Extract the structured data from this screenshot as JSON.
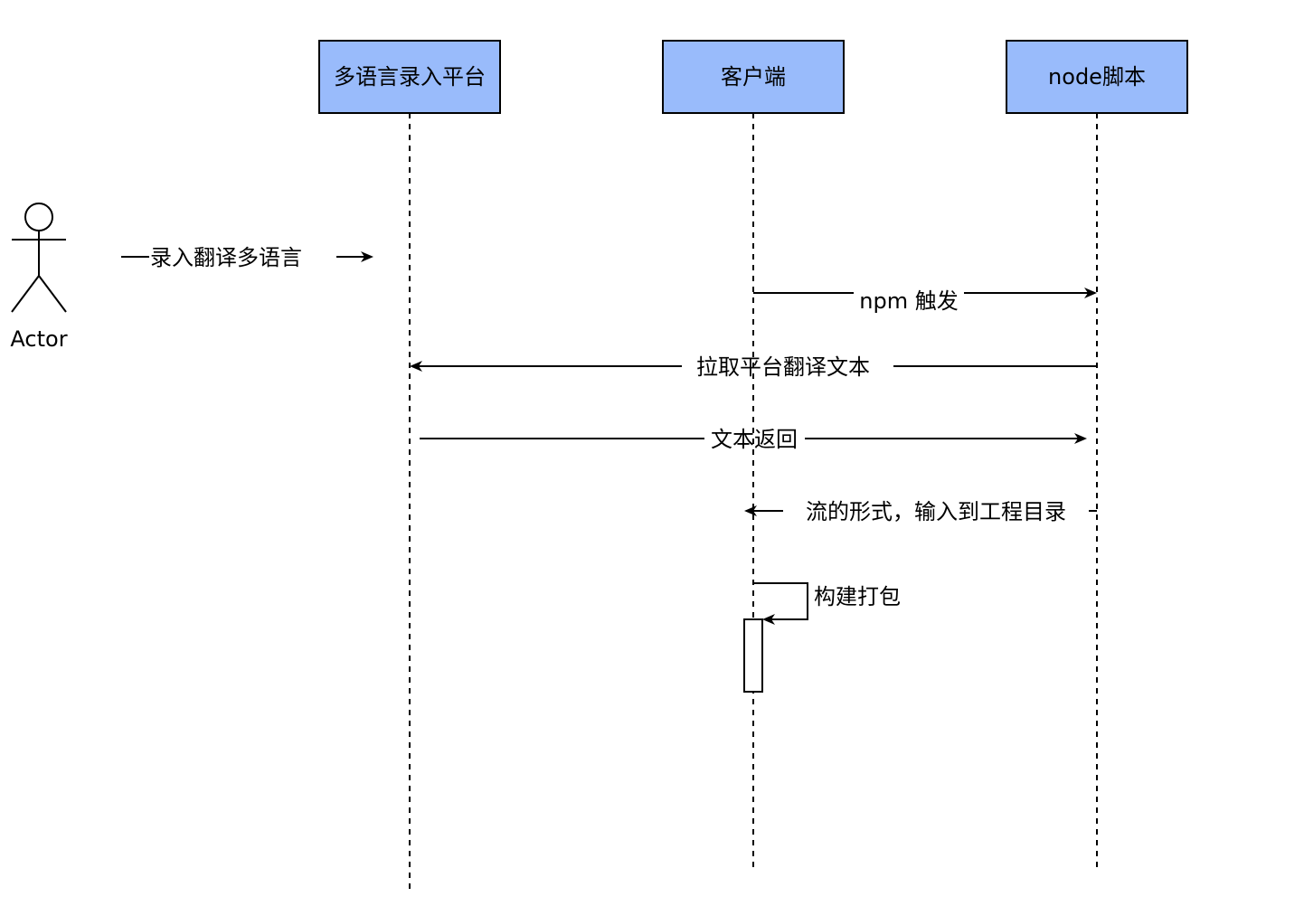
{
  "diagram": {
    "type": "sequence-diagram",
    "colors": {
      "participant_fill": "#99bbfb",
      "stroke": "#000000",
      "background": "#ffffff"
    },
    "actor": {
      "label": "Actor"
    },
    "participants": [
      {
        "id": "platform",
        "label": "多语言录入平台"
      },
      {
        "id": "client",
        "label": "客户端"
      },
      {
        "id": "node",
        "label": "node脚本"
      }
    ],
    "messages": [
      {
        "from": "actor",
        "to": "platform",
        "label": "录入翻译多语言",
        "direction": "right"
      },
      {
        "from": "client",
        "to": "node",
        "label": "npm 触发",
        "direction": "right"
      },
      {
        "from": "node",
        "to": "platform",
        "label": "拉取平台翻译文本",
        "direction": "left"
      },
      {
        "from": "platform",
        "to": "node",
        "label": "文本返回",
        "direction": "right"
      },
      {
        "from": "node",
        "to": "client",
        "label": "流的形式，输入到工程目录",
        "direction": "left"
      },
      {
        "from": "client",
        "to": "client",
        "label": "构建打包",
        "direction": "self"
      }
    ]
  }
}
